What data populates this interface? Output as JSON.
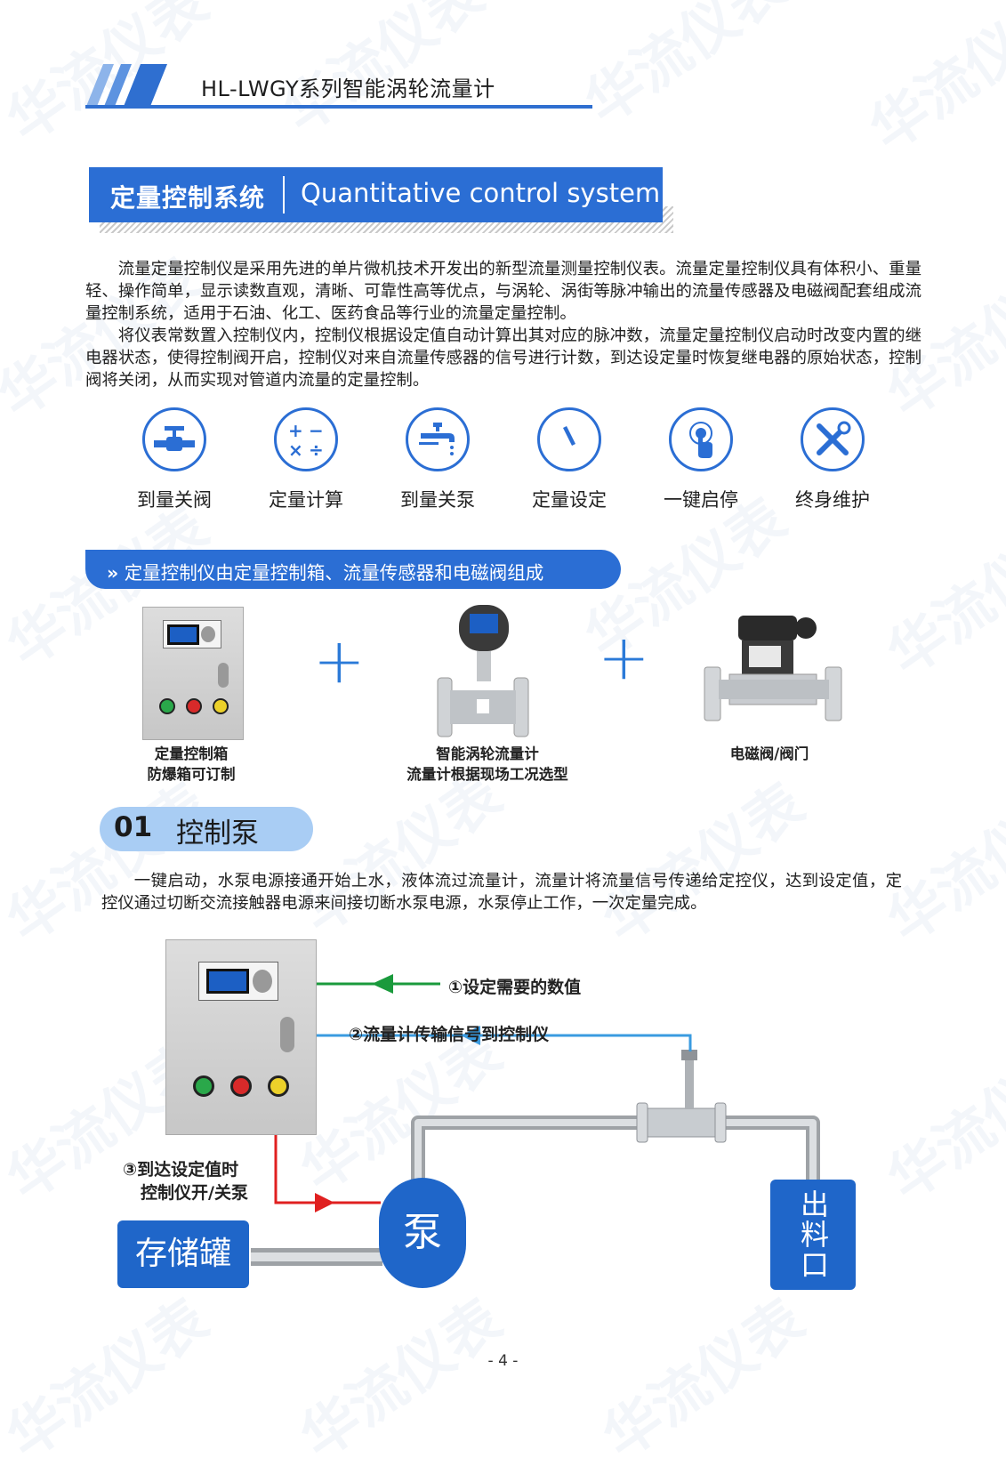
{
  "header": {
    "title": "HL-LWGY系列智能涡轮流量计"
  },
  "banner": {
    "cn": "定量控制系统",
    "en": "Quantitative control system"
  },
  "intro": [
    "流量定量控制仪是采用先进的单片微机技术开发出的新型流量测量控制仪表。流量定量控制仪具有体积小、重量轻、操作简单，显示读数直观，清晰、可靠性高等优点，与涡轮、涡街等脉冲输出的流量传感器及电磁阀配套组成流量控制系统，适用于石油、化工、医药食品等行业的流量定量控制。",
    "将仪表常数置入控制仪内，控制仪根据设定值自动计算出其对应的脉冲数，流量定量控制仪启动时改变内置的继电器状态，使得控制阀开启，控制仪对来自流量传感器的信号进行计数，到达设定量时恢复继电器的原始状态，控制阀将关闭，从而实现对管道内流量的定量控制。"
  ],
  "features": [
    {
      "label": "到量关阀",
      "icon": "valve-icon"
    },
    {
      "label": "定量计算",
      "icon": "calculator-icon"
    },
    {
      "label": "到量关泵",
      "icon": "faucet-icon"
    },
    {
      "label": "定量设定",
      "icon": "gauge-icon"
    },
    {
      "label": "一键启停",
      "icon": "touch-button-icon"
    },
    {
      "label": "终身维护",
      "icon": "tools-icon"
    }
  ],
  "composition": {
    "heading": "定量控制仪由定量控制箱、流量传感器和电磁阀组成",
    "heading_prefix": "»",
    "plus": "+",
    "items": [
      {
        "line1": "定量控制箱",
        "line2": "防爆箱可订制"
      },
      {
        "line1": "智能涡轮流量计",
        "line2": "流量计根据现场工况选型"
      },
      {
        "line1": "电磁阀/阀门",
        "line2": ""
      }
    ]
  },
  "section01": {
    "number": "01",
    "title": "控制泵",
    "description": "一键启动，水泵电源接通开始上水，液体流过流量计，流量计将流量信号传递给定控仪，达到设定值，定控仪通过切断交流接触器电源来间接切断水泵电源，水泵停止工作，一次定量完成。"
  },
  "diagram": {
    "step1": "①设定需要的数值",
    "step2": "②流量计传输信号到控制仪",
    "step3_line1": "③到达设定值时",
    "step3_line2": "控制仪开/关泵",
    "tank": "存储罐",
    "pump": "泵",
    "outlet": "出料口",
    "colors": {
      "set_line": "#1a9a3c",
      "signal_line": "#3a9be0",
      "control_line": "#e02020",
      "pipe": "#b9bcc0",
      "block": "#1f66c9"
    }
  },
  "watermark": "华流仪表",
  "page": {
    "number": "- 4 -"
  }
}
